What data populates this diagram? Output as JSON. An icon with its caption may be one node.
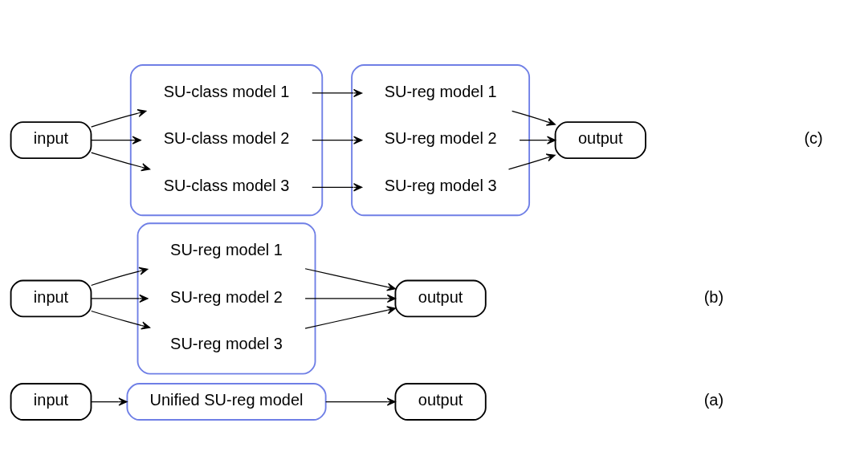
{
  "diagram": {
    "nodes": [
      {
        "text": [
          "input"
        ]
      },
      {
        "text": [
          "Unified SU-reg model"
        ]
      },
      {
        "text": [
          "output"
        ]
      },
      {
        "text": [
          "input"
        ]
      },
      {
        "text": [],
        "shape": "box"
      },
      {
        "text": [
          "SU-reg model 1"
        ],
        "in": 4
      },
      {
        "text": [
          "SU-reg model 2"
        ],
        "in": 4
      },
      {
        "text": [
          "SU-reg model 3"
        ],
        "in": 4
      },
      {
        "text": [
          "output"
        ]
      },
      {
        "text": [
          "input"
        ]
      },
      {
        "text": [],
        "shape": "box"
      },
      {
        "text": [
          "SU-class model 1"
        ],
        "in": 10
      },
      {
        "text": [
          "SU-class model 2"
        ],
        "in": 10
      },
      {
        "text": [
          "SU-class model 3"
        ],
        "in": 10
      },
      {
        "text": [],
        "shape": "box"
      },
      {
        "text": [
          "SU-reg model 1"
        ],
        "in": 14
      },
      {
        "text": [
          "SU-reg model 2"
        ],
        "in": 14
      },
      {
        "text": [
          "SU-reg model 3"
        ],
        "in": 14
      },
      {
        "text": [
          "output"
        ]
      }
    ],
    "edges": [
      {
        "from": 0,
        "to": 1,
        "arrow": "to"
      },
      {
        "from": 1,
        "to": 2,
        "arrow": "to"
      },
      {
        "from": 3,
        "to": 5,
        "arrow": "to"
      },
      {
        "from": 3,
        "to": 6,
        "arrow": "to"
      },
      {
        "from": 3,
        "to": 7,
        "arrow": "to"
      },
      {
        "from": 5,
        "to": 8,
        "arrow": "to"
      },
      {
        "from": 6,
        "to": 8,
        "arrow": "to"
      },
      {
        "from": 7,
        "to": 8,
        "arrow": "to"
      },
      {
        "from": 9,
        "to": 11,
        "arrow": "to"
      },
      {
        "from": 9,
        "to": 12,
        "arrow": "to"
      },
      {
        "from": 9,
        "to": 13,
        "arrow": "to"
      },
      {
        "from": 11,
        "to": 15,
        "arrow": "to"
      },
      {
        "from": 12,
        "to": 16,
        "arrow": "to"
      },
      {
        "from": 13,
        "to": 17,
        "arrow": "to"
      },
      {
        "from": 15,
        "to": 18,
        "arrow": "to"
      },
      {
        "from": 16,
        "to": 18,
        "arrow": "to"
      },
      {
        "from": 17,
        "to": 18,
        "arrow": "to"
      }
    ],
    "labels": [
      "(a)",
      "(b)",
      "(c)"
    ]
  }
}
